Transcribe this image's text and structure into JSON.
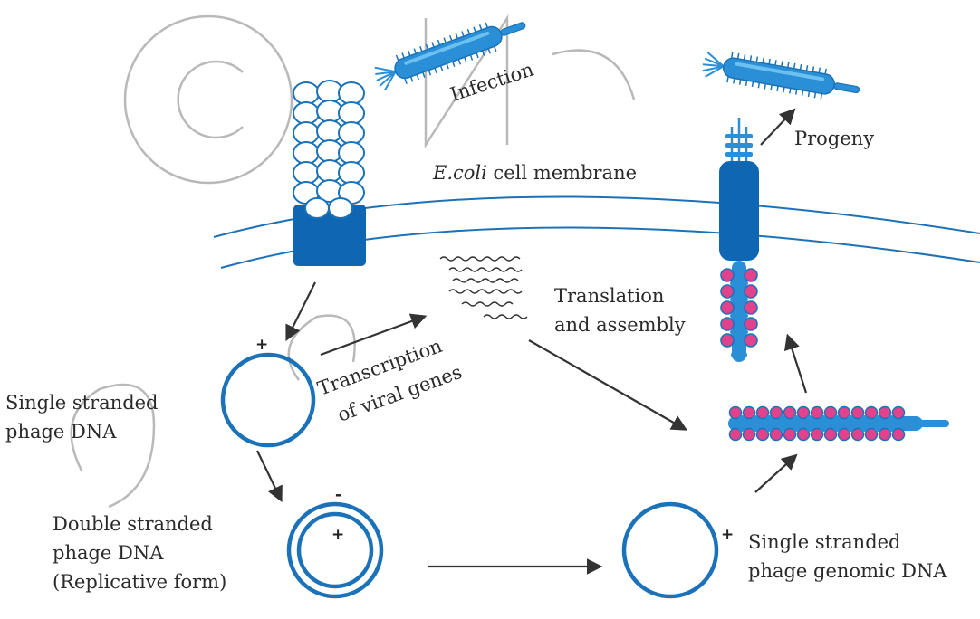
{
  "labels": {
    "infection": "Infection",
    "progeny": "Progeny",
    "membrane_italic": "E.coli",
    "membrane_rest": " cell membrane",
    "translation_line1": "Translation",
    "translation_line2": "and assembly",
    "transcription_line1": "Transcription",
    "transcription_line2": "of viral genes",
    "ss_dna_line1": "Single stranded",
    "ss_dna_line2": "phage DNA",
    "ds_dna_line1": "Double stranded",
    "ds_dna_line2": "phage DNA",
    "ds_dna_line3": "(Replicative form)",
    "ss_genomic_line1": "Single stranded",
    "ss_genomic_line2": "phage genomic DNA"
  },
  "signs": {
    "ss_plus": "+",
    "ds_minus": "-",
    "ds_plus": "+",
    "genomic_plus": "+"
  },
  "colors": {
    "phage_blue": "#2a8fd6",
    "membrane_blue": "#1c72b8",
    "dark_blue": "#0f66b3",
    "pink": "#e0428c"
  }
}
